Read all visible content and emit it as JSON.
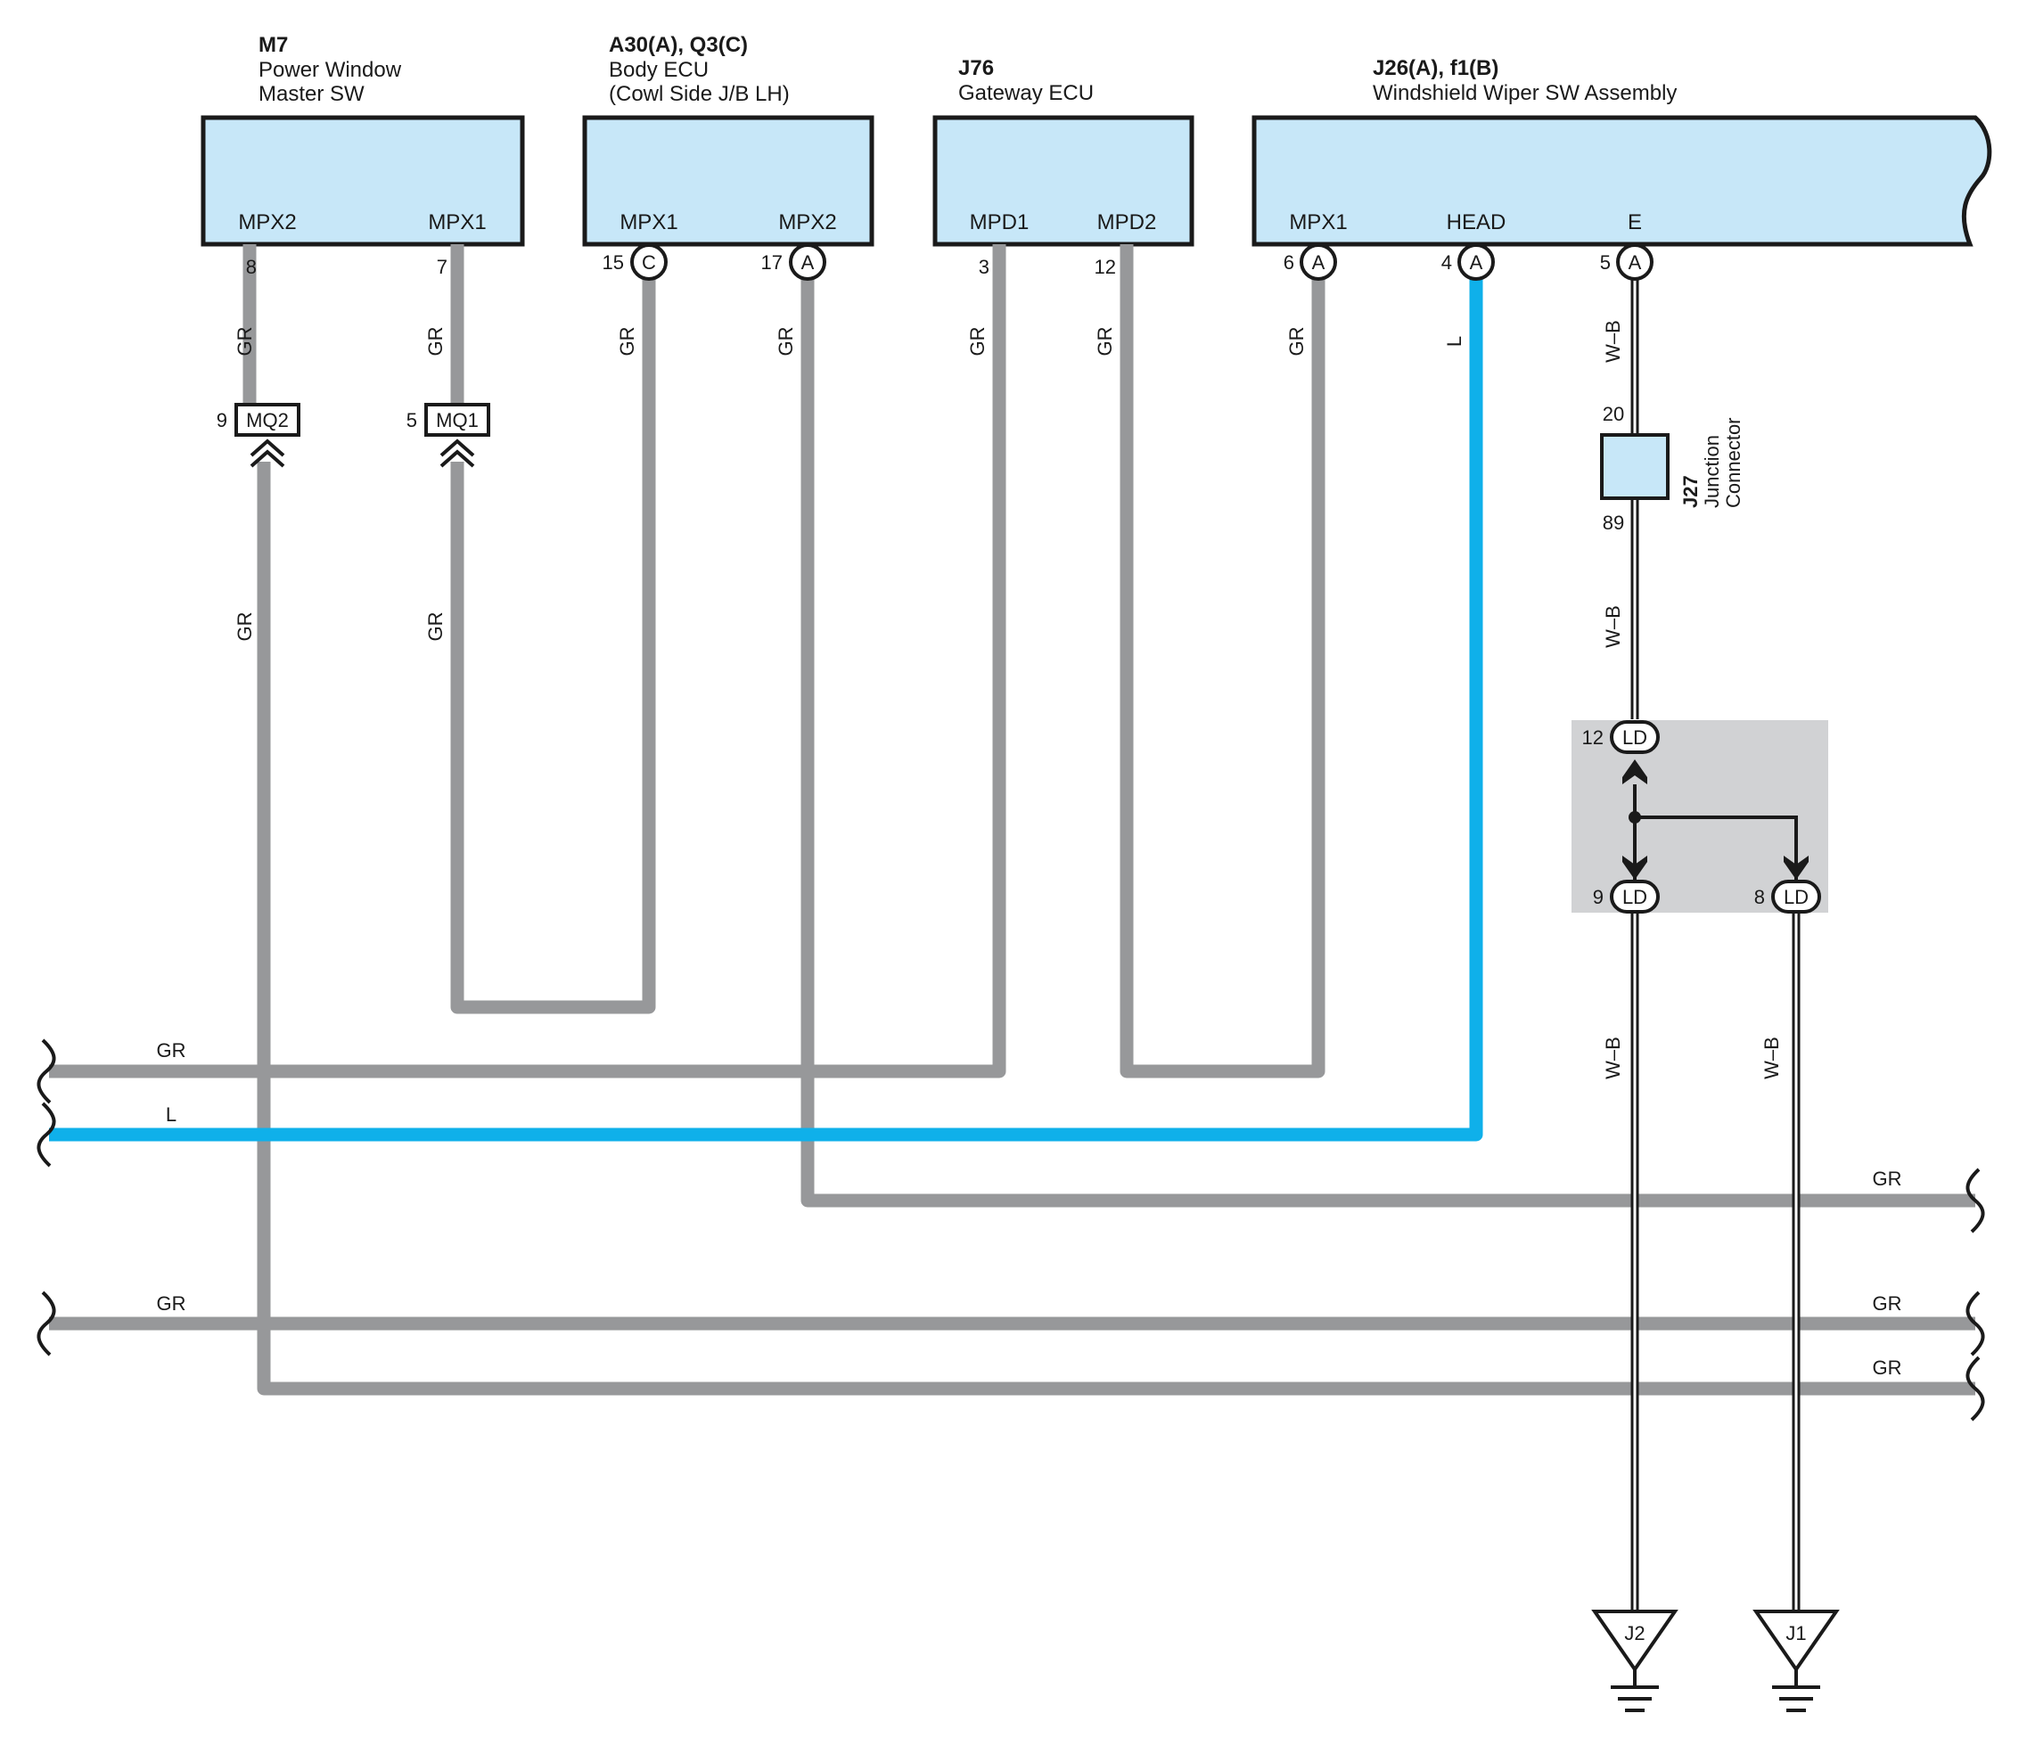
{
  "components": {
    "m7": {
      "code": "M7",
      "name_line1": "Power Window",
      "name_line2": "Master SW",
      "pins": [
        "MPX2",
        "MPX1"
      ]
    },
    "a30": {
      "code": "A30(A), Q3(C)",
      "name_line1": "Body ECU",
      "name_line2": "(Cowl Side J/B LH)",
      "pins": [
        "MPX1",
        "MPX2"
      ]
    },
    "j76": {
      "code": "J76",
      "name_line1": "Gateway ECU",
      "pins": [
        "MPD1",
        "MPD2"
      ]
    },
    "j26": {
      "code": "J26(A), f1(B)",
      "name_line1": "Windshield Wiper SW Assembly",
      "pins": [
        "MPX1",
        "HEAD",
        "E"
      ]
    }
  },
  "terminals": {
    "m7_mpx2": "8",
    "m7_mpx1": "7",
    "a30_mpx1": "15",
    "a30_mpx1_conn": "C",
    "a30_mpx2": "17",
    "a30_mpx2_conn": "A",
    "j76_mpd1": "3",
    "j76_mpd2": "12",
    "j26_mpx1": "6",
    "j26_mpx1_conn": "A",
    "j26_head": "4",
    "j26_head_conn": "A",
    "j26_e": "5",
    "j26_e_conn": "A"
  },
  "wire_colors": {
    "gr": "GR",
    "l": "L",
    "wb": "W–B"
  },
  "connectors": {
    "mq2": {
      "label": "MQ2",
      "pin": "9"
    },
    "mq1": {
      "label": "MQ1",
      "pin": "5"
    },
    "j27": {
      "code": "J27",
      "line1": "Junction",
      "line2": "Connector",
      "pin_top": "20",
      "pin_bottom": "89"
    },
    "ld": {
      "label": "LD",
      "pin_top": "12",
      "pin_left": "9",
      "pin_right": "8"
    }
  },
  "grounds": {
    "j2": "J2",
    "j1": "J1"
  },
  "colors": {
    "ecu_fill": "#c7e7f8",
    "wire_gr": "#97989a",
    "wire_l": "#0fb0ea",
    "junction_shade": "#d1d2d4"
  }
}
